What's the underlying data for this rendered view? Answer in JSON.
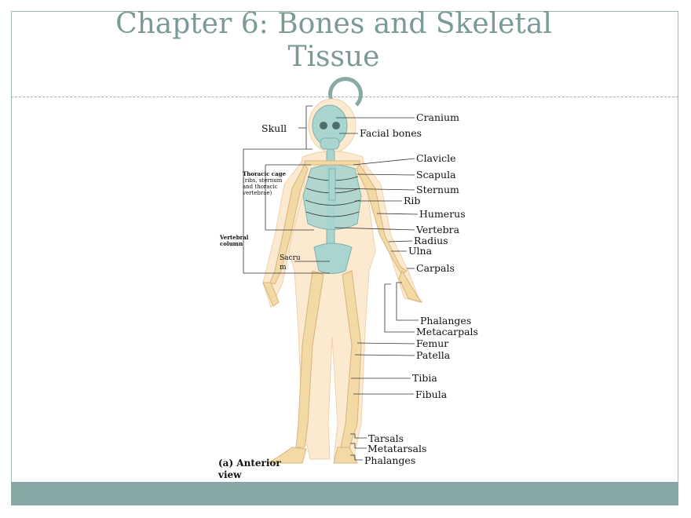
{
  "slide": {
    "title": "Chapter 6: Bones and Skeletal Tissue"
  },
  "figure": {
    "caption_line1": "(a) Anterior",
    "caption_line2": "view",
    "labels": {
      "cranium": "Cranium",
      "facial_bones": "Facial bones",
      "clavicle": "Clavicle",
      "scapula": "Scapula",
      "sternum": "Sternum",
      "rib": "Rib",
      "humerus": "Humerus",
      "vertebra": "Vertebra",
      "radius": "Radius",
      "ulna": "Ulna",
      "carpals": "Carpals",
      "phalanges_hand": "Phalanges",
      "metacarpals": "Metacarpals",
      "femur": "Femur",
      "patella": "Patella",
      "tibia": "Tibia",
      "fibula": "Fibula",
      "tarsals": "Tarsals",
      "metatarsals": "Metatarsals",
      "phalanges_foot": "Phalanges",
      "skull": "Skull",
      "thoracic_cage": "Thoracic cage",
      "thoracic_cage_note1": "(ribs, sternum",
      "thoracic_cage_note2": "and thoracic",
      "thoracic_cage_note3": "vertebrae)",
      "vertebral_column_1": "Vertebral",
      "vertebral_column_2": "column",
      "sacrum_1": "Sacru",
      "sacrum_2": "m"
    }
  }
}
